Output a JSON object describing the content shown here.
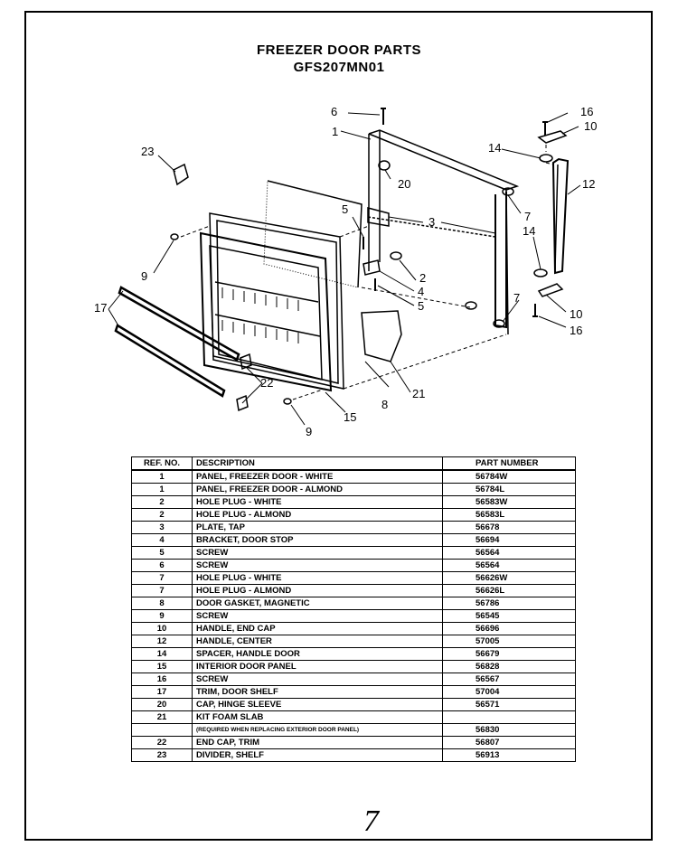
{
  "title": "FREEZER DOOR PARTS",
  "model": "GFS207MN01",
  "callouts": {
    "c1": "1",
    "c2": "2",
    "c3": "3",
    "c4": "4",
    "c5a": "5",
    "c5b": "5",
    "c6": "6",
    "c7a": "7",
    "c7b": "7",
    "c8": "8",
    "c9a": "9",
    "c9b": "9",
    "c10a": "10",
    "c10b": "10",
    "c12": "12",
    "c14a": "14",
    "c14b": "14",
    "c15": "15",
    "c16a": "16",
    "c16b": "16",
    "c17": "17",
    "c20": "20",
    "c21": "21",
    "c22": "22",
    "c23": "23"
  },
  "table": {
    "headers": {
      "ref": "REF. NO.",
      "desc": "DESCRIPTION",
      "part": "PART NUMBER"
    },
    "rows": [
      {
        "ref": "1",
        "desc": "PANEL, FREEZER DOOR - WHITE",
        "part": "56784W"
      },
      {
        "ref": "1",
        "desc": "PANEL, FREEZER DOOR - ALMOND",
        "part": "56784L"
      },
      {
        "ref": "2",
        "desc": "HOLE PLUG - WHITE",
        "part": "56583W"
      },
      {
        "ref": "2",
        "desc": "HOLE PLUG - ALMOND",
        "part": "56583L"
      },
      {
        "ref": "3",
        "desc": "PLATE, TAP",
        "part": "56678"
      },
      {
        "ref": "4",
        "desc": "BRACKET, DOOR STOP",
        "part": "56694"
      },
      {
        "ref": "5",
        "desc": "SCREW",
        "part": "56564"
      },
      {
        "ref": "6",
        "desc": "SCREW",
        "part": "56564"
      },
      {
        "ref": "7",
        "desc": "HOLE PLUG - WHITE",
        "part": "56626W"
      },
      {
        "ref": "7",
        "desc": "HOLE PLUG - ALMOND",
        "part": "56626L"
      },
      {
        "ref": "8",
        "desc": "DOOR GASKET, MAGNETIC",
        "part": "56786"
      },
      {
        "ref": "9",
        "desc": "SCREW",
        "part": "56545"
      },
      {
        "ref": "10",
        "desc": "HANDLE, END CAP",
        "part": "56696"
      },
      {
        "ref": "12",
        "desc": "HANDLE, CENTER",
        "part": "57005"
      },
      {
        "ref": "14",
        "desc": "SPACER, HANDLE DOOR",
        "part": "56679"
      },
      {
        "ref": "15",
        "desc": "INTERIOR DOOR PANEL",
        "part": "56828"
      },
      {
        "ref": "16",
        "desc": "SCREW",
        "part": "56567"
      },
      {
        "ref": "17",
        "desc": "TRIM, DOOR SHELF",
        "part": "57004"
      },
      {
        "ref": "20",
        "desc": "CAP, HINGE SLEEVE",
        "part": "56571"
      },
      {
        "ref": "21",
        "desc": "KIT  FOAM SLAB",
        "part": ""
      },
      {
        "ref": "",
        "desc": "(REQUIRED WHEN REPLACING EXTERIOR DOOR PANEL)",
        "part": "56830",
        "note": true
      },
      {
        "ref": "22",
        "desc": "END CAP, TRIM",
        "part": "56807"
      },
      {
        "ref": "23",
        "desc": "DIVIDER, SHELF",
        "part": "56913"
      }
    ]
  },
  "page_number": "7"
}
